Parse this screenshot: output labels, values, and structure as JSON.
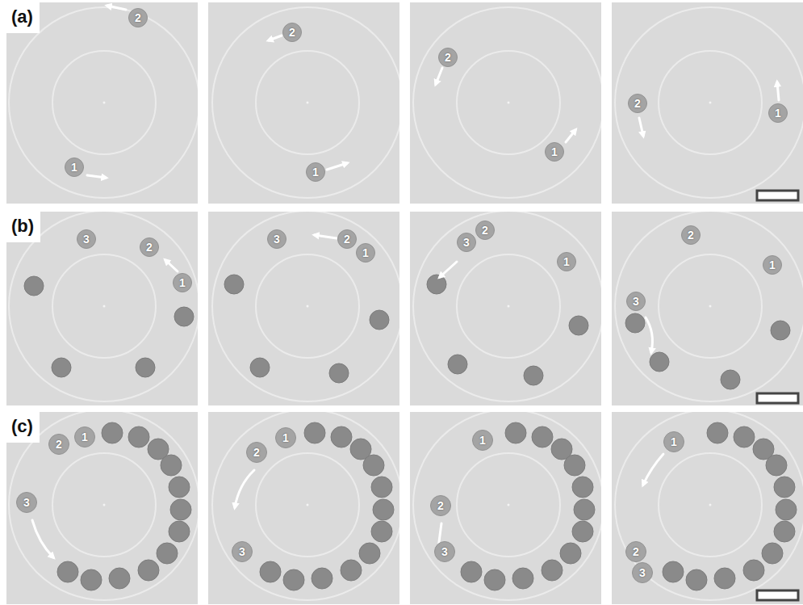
{
  "diagram": {
    "nodes": [
      {
        "text": [
          "2"
        ]
      },
      {
        "text": [
          "1"
        ]
      },
      {
        "text": [
          "2"
        ]
      },
      {
        "text": [
          "1"
        ]
      },
      {
        "text": [
          "2"
        ]
      },
      {
        "text": [
          "1"
        ]
      },
      {
        "text": [
          "2"
        ]
      },
      {
        "text": [
          "1"
        ]
      },
      {
        "text": [
          "3"
        ]
      },
      {
        "text": [
          "2"
        ]
      },
      {
        "text": [
          "1"
        ]
      },
      {
        "text": [
          "3"
        ]
      },
      {
        "text": [
          "2"
        ]
      },
      {
        "text": [
          "1"
        ]
      },
      {
        "text": [
          "2"
        ]
      },
      {
        "text": [
          "3"
        ]
      },
      {
        "text": [
          "1"
        ]
      },
      {
        "text": [
          "2"
        ]
      },
      {
        "text": [
          "1"
        ]
      },
      {
        "text": [
          "3"
        ]
      },
      {
        "text": [
          "1"
        ]
      },
      {
        "text": [
          "2"
        ]
      },
      {
        "text": [
          "3"
        ]
      },
      {
        "text": [
          "1"
        ]
      },
      {
        "text": [
          "2"
        ]
      },
      {
        "text": [
          "3"
        ]
      },
      {
        "text": [
          "1"
        ]
      },
      {
        "text": [
          "2"
        ]
      },
      {
        "text": [
          "3"
        ]
      },
      {
        "text": [
          "1"
        ]
      },
      {
        "text": [
          "2"
        ]
      },
      {
        "text": [
          "3"
        ]
      }
    ],
    "labels": [
      "(a)",
      "(b)",
      "(c)"
    ]
  }
}
